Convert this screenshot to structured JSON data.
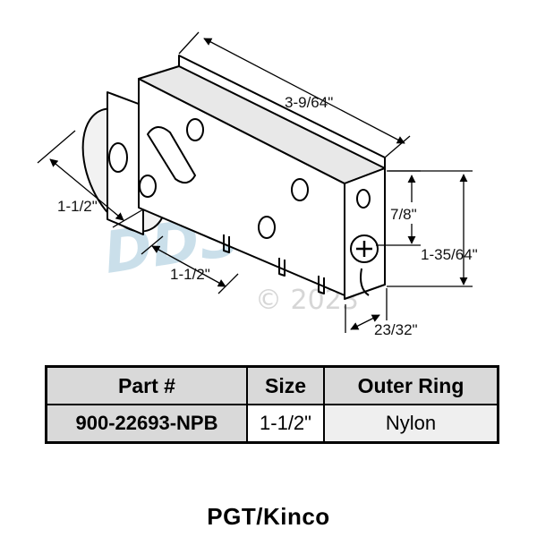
{
  "dimensions": {
    "length": "3-9/64\"",
    "wheel_diameter": "1-1/2\"",
    "wheel_offset": "1-1/2\"",
    "axle_height": "7/8\"",
    "height": "1-35/64\"",
    "width": "23/32\""
  },
  "watermark": {
    "logo": "DDS inc",
    "copyright": "© 2023"
  },
  "table": {
    "headers": [
      "Part #",
      "Size",
      "Outer Ring"
    ],
    "rows": [
      {
        "part": "900-22693-NPB",
        "size": "1-1/2\"",
        "outer_ring": "Nylon"
      }
    ]
  },
  "brand": "PGT/Kinco"
}
